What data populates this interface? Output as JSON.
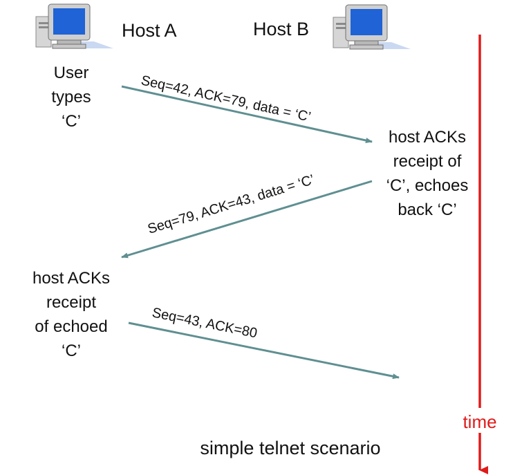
{
  "hosts": {
    "a": {
      "label": "Host A",
      "icon": "computer-icon"
    },
    "b": {
      "label": "Host B",
      "icon": "computer-icon"
    }
  },
  "events": {
    "user_types": [
      "User",
      "types",
      "‘C’"
    ],
    "b_acks": [
      "host ACKs",
      "receipt of",
      "‘C’, echoes",
      "back ‘C’"
    ],
    "a_acks": [
      "host ACKs",
      "receipt",
      "of echoed",
      "‘C’"
    ]
  },
  "messages": [
    {
      "label": "Seq=42, ACK=79, data = ‘C’",
      "direction": "A-to-B"
    },
    {
      "label": "Seq=79, ACK=43, data = ‘C’",
      "direction": "B-to-A"
    },
    {
      "label": "Seq=43, ACK=80",
      "direction": "A-to-B"
    }
  ],
  "time_axis": {
    "label": "time"
  },
  "caption": "simple telnet scenario",
  "colors": {
    "arrow": "#5f8f91",
    "time": "#e01a1a",
    "text": "#111111",
    "monitor_screen": "#1f63d6",
    "monitor_shadow": "#9fb8e8"
  }
}
